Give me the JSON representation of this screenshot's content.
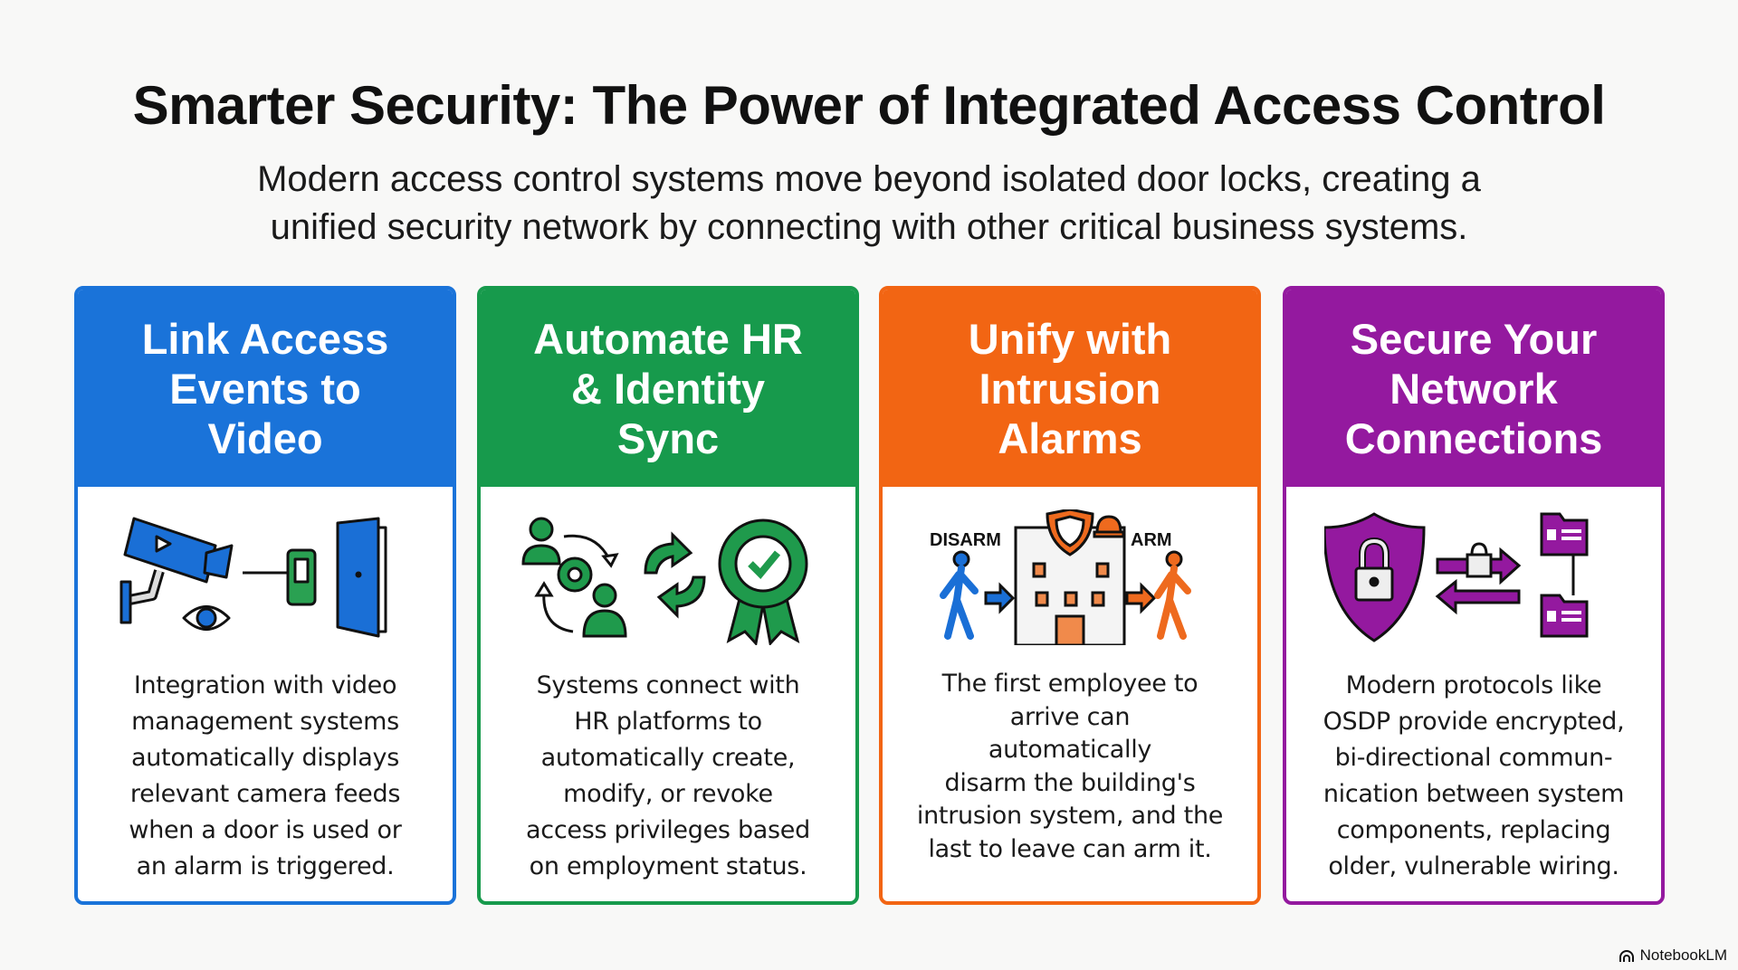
{
  "title": "Smarter Security: The Power of Integrated Access Control",
  "subtitle": [
    "Modern access control systems move beyond isolated door locks, creating a",
    "unified security network by connecting with other critical business systems."
  ],
  "cards": [
    {
      "color": "#1a73d9",
      "title": [
        "Link Access",
        "Events to",
        "Video"
      ],
      "icon": "camera-eye-door-icon",
      "body": [
        "Integration with video",
        "management systems",
        "automatically displays",
        "relevant camera feeds",
        "when a door is used or",
        "an alarm is triggered."
      ]
    },
    {
      "color": "#179a4c",
      "title": [
        "Automate HR",
        "& Identity",
        "Sync"
      ],
      "icon": "people-sync-badge-icon",
      "body": [
        "Systems connect with",
        "HR platforms to",
        "automatically create,",
        "modify, or revoke",
        "access privileges based",
        "on employment status."
      ]
    },
    {
      "color": "#f26513",
      "title": [
        "Unify with",
        "Intrusion",
        "Alarms"
      ],
      "icon": "building-alarm-icon",
      "labels": {
        "disarm": "DISARM",
        "arm": "ARM"
      },
      "body": [
        "The first employee to",
        "arrive can",
        "automatically",
        "disarm the building's",
        "intrusion system, and the",
        "last to leave can arm it."
      ]
    },
    {
      "color": "#94199f",
      "title": [
        "Secure Your",
        "Network",
        "Connections"
      ],
      "icon": "shield-lock-network-icon",
      "body": [
        "Modern protocols like",
        "OSDP provide encrypted,",
        "bi-directional commun-",
        "nication between system",
        "components, replacing",
        "older, vulnerable wiring."
      ]
    }
  ],
  "footer": {
    "brand": "NotebookLM",
    "icon": "notebooklm-logo-icon"
  }
}
